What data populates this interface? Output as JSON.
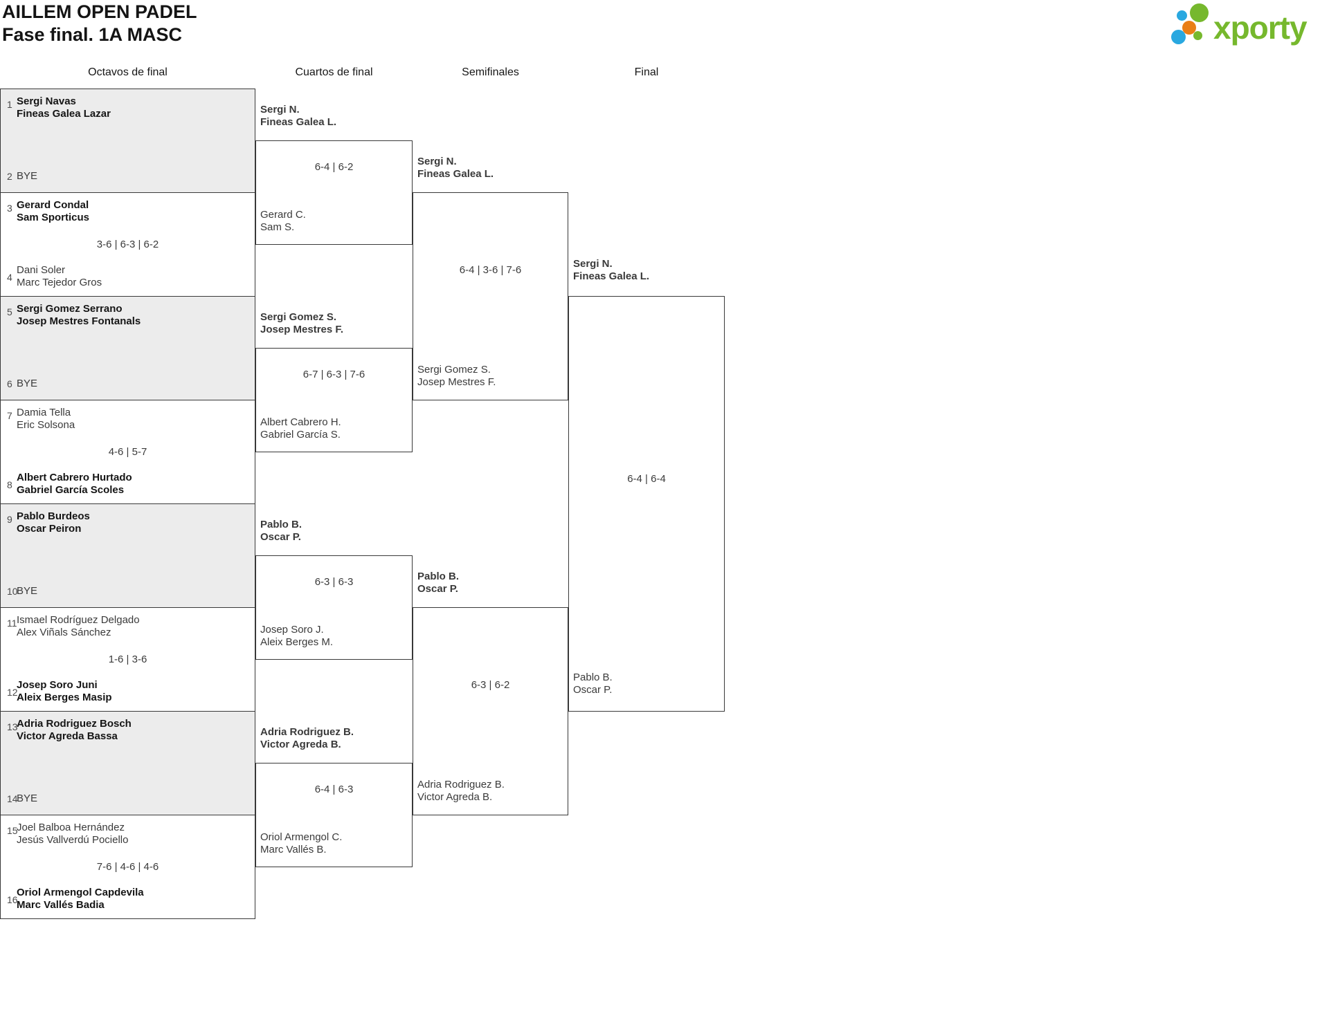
{
  "header": {
    "title": "AILLEM OPEN PADEL",
    "subtitle": "Fase final. 1A MASC"
  },
  "logo": {
    "brand": "xporty"
  },
  "colors": {
    "brand_green": "#76b82d",
    "brand_blue": "#29a8e0",
    "brand_orange": "#e97e16",
    "bye_box_bg": "#ececec",
    "border": "#383838"
  },
  "round_headers": [
    "Octavos de final",
    "Cuartos de final",
    "Semifinales",
    "Final"
  ],
  "octavos": [
    {
      "seed_top": "1",
      "team_top": "Sergi Navas\nFineas Galea Lazar",
      "score": "",
      "seed_bottom": "2",
      "team_bottom": "BYE"
    },
    {
      "seed_top": "3",
      "team_top": "Gerard Condal\nSam Sporticus",
      "score": "3-6 | 6-3 | 6-2",
      "seed_bottom": "4",
      "team_bottom": "Dani Soler\nMarc Tejedor Gros"
    },
    {
      "seed_top": "5",
      "team_top": "Sergi Gomez Serrano\nJosep Mestres Fontanals",
      "score": "",
      "seed_bottom": "6",
      "team_bottom": "BYE"
    },
    {
      "seed_top": "7",
      "team_top": "Damia Tella\nEric Solsona",
      "score": "4-6 | 5-7",
      "seed_bottom": "8",
      "team_bottom": "Albert Cabrero Hurtado\nGabriel García Scoles"
    },
    {
      "seed_top": "9",
      "team_top": "Pablo Burdeos\nOscar Peiron",
      "score": "",
      "seed_bottom": "10",
      "team_bottom": "BYE"
    },
    {
      "seed_top": "11",
      "team_top": "Ismael Rodríguez Delgado\nAlex Viñals Sánchez",
      "score": "1-6 | 3-6",
      "seed_bottom": "12",
      "team_bottom": "Josep Soro Juni\nAleix Berges Masip"
    },
    {
      "seed_top": "13",
      "team_top": "Adria Rodriguez Bosch\nVictor Agreda Bassa",
      "score": "",
      "seed_bottom": "14",
      "team_bottom": "BYE"
    },
    {
      "seed_top": "15",
      "team_top": "Joel Balboa Hernández\nJesús Vallverdú Pociello",
      "score": "7-6 | 4-6 | 4-6",
      "seed_bottom": "16",
      "team_bottom": "Oriol Armengol Capdevila\nMarc Vallés Badia"
    }
  ],
  "cuartos": [
    {
      "winner": "Sergi N.\nFineas Galea L.",
      "score": "6-4 | 6-2",
      "loser": "Gerard C.\nSam S."
    },
    {
      "winner": "Sergi Gomez S.\nJosep Mestres F.",
      "score": "6-7 | 6-3 | 7-6",
      "loser": "Albert Cabrero H.\nGabriel García S."
    },
    {
      "winner": "Pablo B.\nOscar P.",
      "score": "6-3 | 6-3",
      "loser": "Josep Soro J.\nAleix Berges M."
    },
    {
      "winner": "Adria Rodriguez B.\nVictor Agreda B.",
      "score": "6-4 | 6-3",
      "loser": "Oriol Armengol C.\nMarc Vallés B."
    }
  ],
  "semifinales": [
    {
      "winner": "Sergi N.\nFineas Galea L.",
      "score": "6-4 | 3-6 | 7-6",
      "loser": "Sergi Gomez S.\nJosep Mestres F."
    },
    {
      "winner": "Pablo B.\nOscar P.",
      "score": "6-3 | 6-2",
      "loser": "Adria Rodriguez B.\nVictor Agreda B."
    }
  ],
  "final": {
    "winner": "Sergi N.\nFineas Galea L.",
    "score": "6-4 | 6-4",
    "loser": "Pablo B.\nOscar P."
  }
}
